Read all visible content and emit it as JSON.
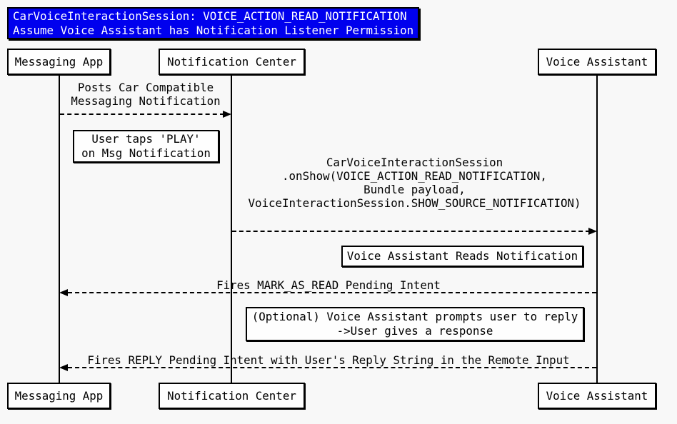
{
  "title": {
    "line1": "CarVoiceInteractionSession: VOICE_ACTION_READ_NOTIFICATION",
    "line2": "Assume Voice Assistant has Notification Listener Permission"
  },
  "colors": {
    "title_bg": "#0000ee",
    "title_text": "#ffffff",
    "background": "#f8f8f8",
    "line_color": "#000000",
    "box_fill": "#fefefe"
  },
  "participants": [
    {
      "id": "messaging-app",
      "label": "Messaging App"
    },
    {
      "id": "notification-center",
      "label": "Notification Center"
    },
    {
      "id": "voice-assistant",
      "label": "Voice Assistant"
    }
  ],
  "messages": [
    {
      "from": "messaging-app",
      "to": "notification-center",
      "style": "dashed",
      "label_lines": [
        "Posts Car Compatible",
        "Messaging Notification"
      ]
    },
    {
      "from": "notification-center",
      "to": "voice-assistant",
      "style": "dashed",
      "label_lines": [
        "CarVoiceInteractionSession",
        ".onShow(VOICE_ACTION_READ_NOTIFICATION,",
        "Bundle payload,",
        "VoiceInteractionSession.SHOW_SOURCE_NOTIFICATION)"
      ]
    },
    {
      "from": "voice-assistant",
      "to": "messaging-app",
      "style": "dashed",
      "label_lines": [
        "Fires MARK_AS_READ Pending Intent"
      ]
    },
    {
      "from": "voice-assistant",
      "to": "messaging-app",
      "style": "dashed",
      "label_lines": [
        "Fires REPLY Pending Intent with User's Reply String in the Remote Input"
      ]
    }
  ],
  "notes": [
    {
      "lines": [
        "User taps 'PLAY'",
        "on Msg Notification"
      ]
    },
    {
      "lines": [
        "Voice Assistant Reads Notification"
      ]
    },
    {
      "lines": [
        "(Optional) Voice Assistant prompts user to reply",
        "->User gives a response"
      ]
    }
  ]
}
